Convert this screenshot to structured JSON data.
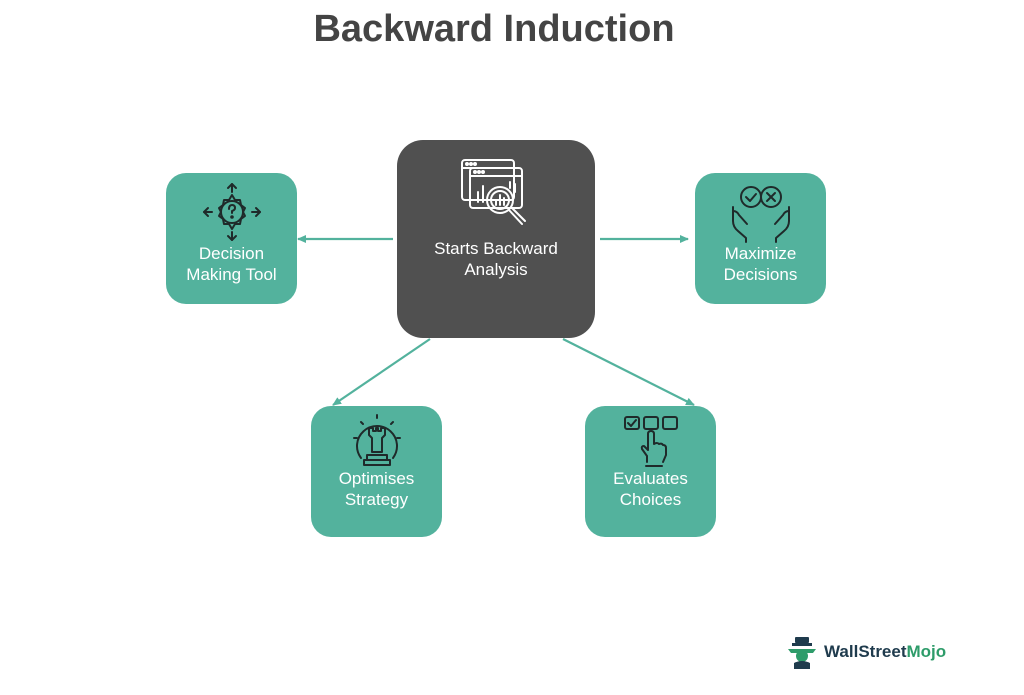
{
  "title": "Backward Induction",
  "center": {
    "label_line1": "Starts Backward",
    "label_line2": "Analysis",
    "icon": "magnifier-analysis-icon"
  },
  "nodes": [
    {
      "id": "decision-making-tool",
      "line1": "Decision",
      "line2": "Making Tool",
      "icon": "gear-question-arrows-icon"
    },
    {
      "id": "maximize-decisions",
      "line1": "Maximize",
      "line2": "Decisions",
      "icon": "hands-check-cross-icon"
    },
    {
      "id": "optimises-strategy",
      "line1": "Optimises",
      "line2": "Strategy",
      "icon": "gear-chess-rook-icon"
    },
    {
      "id": "evaluates-choices",
      "line1": "Evaluates",
      "line2": "Choices",
      "icon": "hand-pointer-choices-icon"
    }
  ],
  "colors": {
    "satellite": "#53b29d",
    "center": "#505050",
    "arrow": "#53b29d",
    "title": "#444444"
  },
  "brand": {
    "name_part1": "WallStreet",
    "name_part2": "Mojo"
  }
}
